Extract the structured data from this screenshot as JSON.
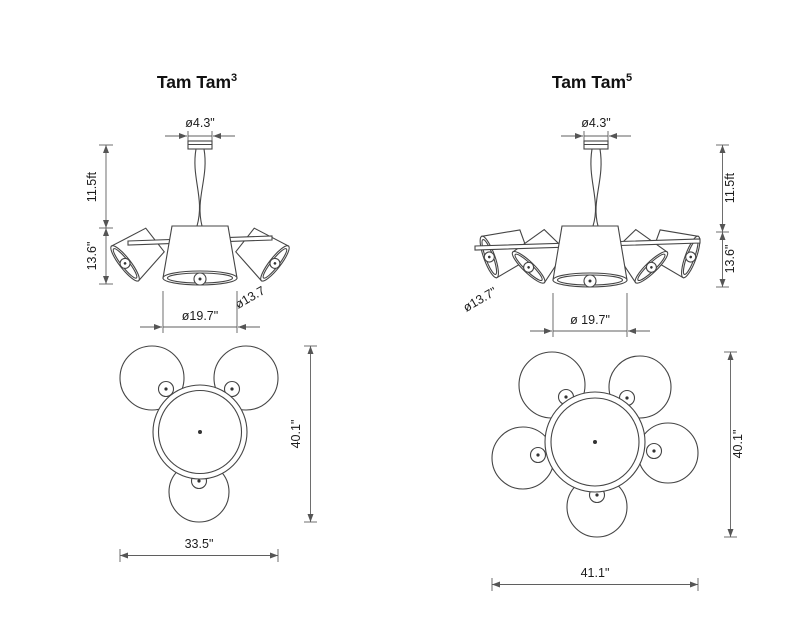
{
  "colors": {
    "line": "#454545",
    "dimension": "#5f5f5f",
    "text": "#1c1c1c",
    "background": "#ffffff"
  },
  "tamtam3": {
    "title_base": "Tam Tam",
    "title_sup": "3",
    "dims": {
      "canopy_diameter": "ø4.3\"",
      "suspension_height": "11.5ft",
      "shade_height": "13.6\"",
      "small_shade_diameter": "ø13.7",
      "center_shade_diameter": "ø19.7\"",
      "plan_height": "40.1\"",
      "plan_width": "33.5\""
    }
  },
  "tamtam5": {
    "title_base": "Tam Tam",
    "title_sup": "5",
    "dims": {
      "canopy_diameter": "ø4.3\"",
      "suspension_height": "11.5ft",
      "shade_height": "13.6\"",
      "small_shade_diameter": "ø13.7\"",
      "center_shade_diameter": "ø 19.7\"",
      "plan_height": "40.1\"",
      "plan_width": "41.1\""
    }
  }
}
